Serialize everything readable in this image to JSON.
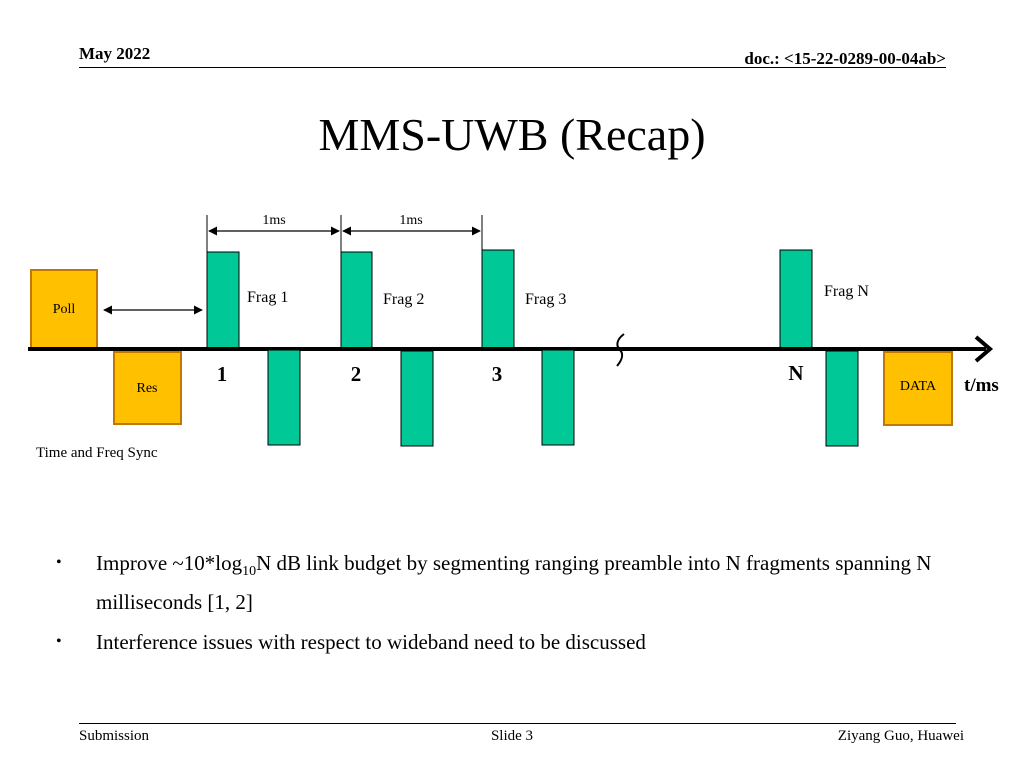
{
  "header": {
    "date": "May 2022",
    "doc_id": "doc.: <15-22-0289-00-04ab>"
  },
  "title": "MMS-UWB (Recap)",
  "diagram": {
    "interval_label": "1ms",
    "poll": "Poll",
    "res": "Res",
    "data": "DATA",
    "sync_label": "Time and Freq Sync",
    "axis_label": "t/ms",
    "frag_labels": [
      "Frag 1",
      "Frag 2",
      "Frag 3",
      "Frag N"
    ],
    "index_labels": [
      "1",
      "2",
      "3",
      "N"
    ],
    "colors": {
      "fragment": "#00c896",
      "packet": "#ffc000",
      "packet_border": "#c07800",
      "line": "#000000"
    }
  },
  "bullets": {
    "b1_pre": "Improve ~10*log",
    "b1_sub": "10",
    "b1_post": "N dB link budget by segmenting ranging preamble into N fragments spanning N milliseconds [1, 2]",
    "b2": "Interference issues with respect to wideband need to be discussed"
  },
  "footer": {
    "left": "Submission",
    "center": "Slide 3",
    "right": "Ziyang Guo, Huawei"
  }
}
